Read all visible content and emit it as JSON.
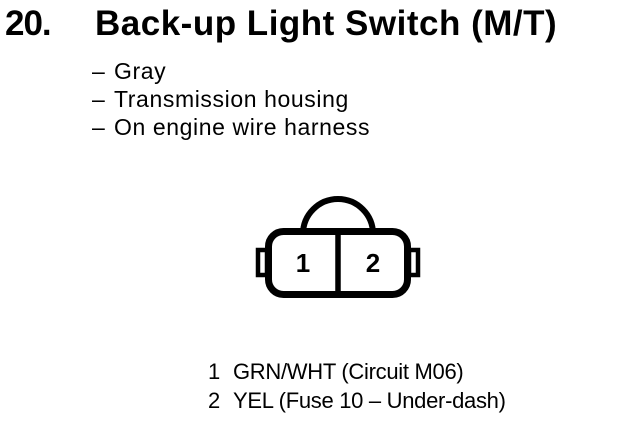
{
  "page": {
    "background": "#ffffff",
    "ink": "#000000"
  },
  "header": {
    "item_number": "20.",
    "title": "Back-up Light Switch (M/T)"
  },
  "notes": {
    "items": [
      {
        "bullet": "–",
        "text": "Gray"
      },
      {
        "bullet": "–",
        "text": "Transmission housing"
      },
      {
        "bullet": "–",
        "text": "On engine wire harness"
      }
    ]
  },
  "connector": {
    "type": "2-pin connector face view",
    "pins": [
      {
        "number": "1"
      },
      {
        "number": "2"
      }
    ]
  },
  "legend": {
    "entries": [
      {
        "pin": "1",
        "label": "GRN/WHT (Circuit M06)"
      },
      {
        "pin": "2",
        "label": "YEL (Fuse 10 – Under-dash)"
      }
    ]
  }
}
